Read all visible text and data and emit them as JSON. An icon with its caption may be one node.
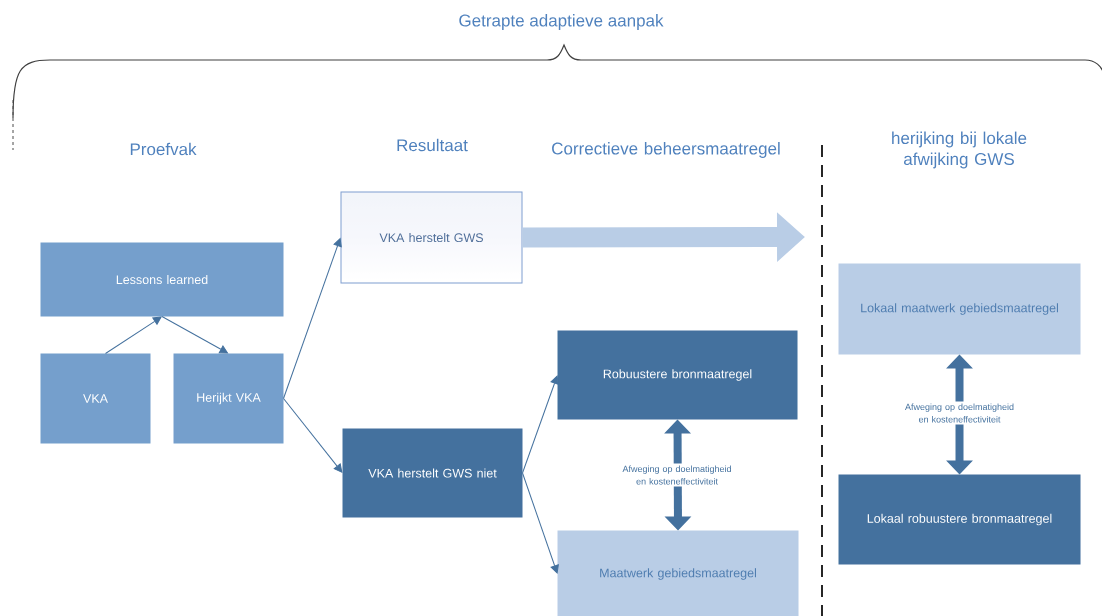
{
  "diagram": {
    "title": "Getrapte adaptieve aanpak",
    "nodes": [
      {
        "text": [
          "Lessons learned"
        ]
      },
      {
        "text": [
          "VKA"
        ]
      },
      {
        "text": [
          "Herijkt VKA"
        ]
      },
      {
        "text": [
          "VKA herstelt GWS"
        ]
      },
      {
        "text": [
          "VKA herstelt GWS niet"
        ]
      },
      {
        "text": [
          "Robuustere bronmaatregel"
        ]
      },
      {
        "text": [
          "Maatwerk gebiedsmaatregel"
        ]
      },
      {
        "text": [
          "Lokaal maatwerk gebiedsmaatregel"
        ]
      },
      {
        "text": [
          "Lokaal robuustere bronmaatregel"
        ]
      }
    ],
    "edges": [
      {
        "from": 1,
        "to": 0,
        "arrow": "to"
      },
      {
        "from": 0,
        "to": 2,
        "arrow": "to"
      },
      {
        "from": 2,
        "to": 3,
        "arrow": "to"
      },
      {
        "from": 2,
        "to": 4,
        "arrow": "to"
      },
      {
        "from": 4,
        "to": 5,
        "arrow": "to"
      },
      {
        "from": 4,
        "to": 6,
        "arrow": "to"
      },
      {
        "from": 5,
        "to": 6,
        "arrow": "both",
        "style": "thick",
        "label": "Afweging op doelmatigheid en kosteneffectiviteit"
      },
      {
        "from": 7,
        "to": 8,
        "arrow": "both",
        "style": "thick",
        "label": "Afweging op doelmatigheid en kosteneffectiviteit"
      },
      {
        "from": 3,
        "to": null,
        "arrow": "to",
        "style": "thick",
        "color": "#b9cde6"
      }
    ],
    "labels": [
      "Proefvak",
      "Resultaat",
      "Correctieve beheersmaatregel",
      "herijking bij lokale afwijking GWS"
    ]
  }
}
